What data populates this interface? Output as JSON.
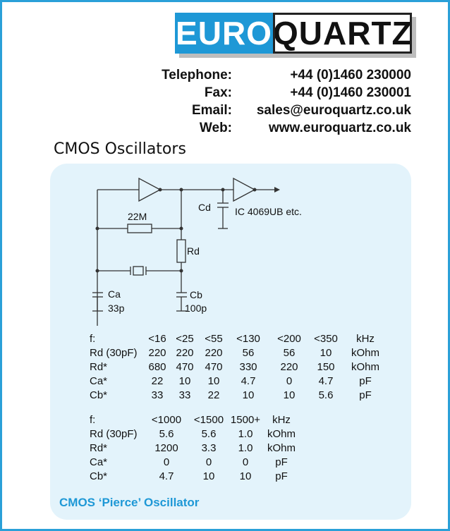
{
  "logo": {
    "part1": "EURO",
    "part2": "QUARTZ"
  },
  "contact": [
    {
      "label": "Telephone:",
      "value": "+44 (0)1460 230000"
    },
    {
      "label": "Fax:",
      "value": "+44 (0)1460 230001"
    },
    {
      "label": "Email:",
      "value": "sales@euroquartz.co.uk"
    },
    {
      "label": "Web:",
      "value": "www.euroquartz.co.uk"
    }
  ],
  "title": "CMOS Oscillators",
  "circuit": {
    "r_feedback": "22M",
    "rd": "Rd",
    "cd": "Cd",
    "ic": "IC 4069UB etc.",
    "ca": "Ca",
    "ca_value": "33p",
    "cb": "Cb",
    "cb_value": "100p"
  },
  "table1": {
    "rows": [
      [
        "f:",
        "<16",
        "<25",
        "<55",
        "<130",
        "<200",
        "<350",
        "kHz"
      ],
      [
        "Rd (30pF)",
        "220",
        "220",
        "220",
        "56",
        "56",
        "10",
        "kOhm"
      ],
      [
        "Rd*",
        "680",
        "470",
        "470",
        "330",
        "220",
        "150",
        "kOhm"
      ],
      [
        "Ca*",
        "22",
        "10",
        "10",
        "4.7",
        "0",
        "4.7",
        "pF"
      ],
      [
        "Cb*",
        "33",
        "33",
        "22",
        "10",
        "10",
        "5.6",
        "pF"
      ]
    ]
  },
  "table2": {
    "rows": [
      [
        "f:",
        "<1000",
        "<1500",
        "1500+",
        "kHz"
      ],
      [
        "Rd (30pF)",
        "5.6",
        "5.6",
        "1.0",
        "kOhm"
      ],
      [
        "Rd*",
        "1200",
        "3.3",
        "1.0",
        "kOhm"
      ],
      [
        "Ca*",
        "0",
        "0",
        "0",
        "pF"
      ],
      [
        "Cb*",
        "4.7",
        "10",
        "10",
        "pF"
      ]
    ]
  },
  "caption": "CMOS ‘Pierce’ Oscillator",
  "colors": {
    "accent": "#1e98d6",
    "panel": "#e3f3fb",
    "border": "#2aa0d8"
  }
}
